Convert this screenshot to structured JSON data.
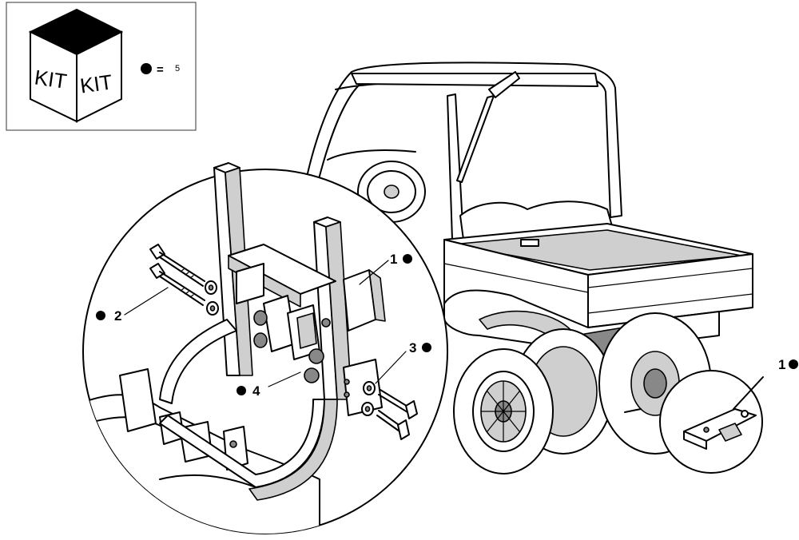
{
  "kit_box": {
    "kit_label_left": "KIT",
    "kit_label_right": "KIT",
    "legend_equals": "=",
    "legend_value": "5"
  },
  "callouts": [
    {
      "id": "1",
      "text": "1"
    },
    {
      "id": "2",
      "text": "2"
    },
    {
      "id": "3",
      "text": "3"
    },
    {
      "id": "4",
      "text": "4"
    },
    {
      "id": "1b",
      "text": "1"
    }
  ]
}
